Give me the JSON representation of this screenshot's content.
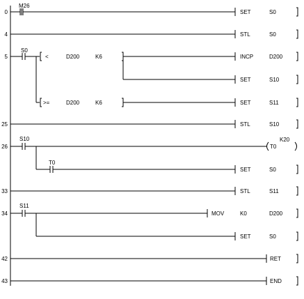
{
  "steps": [
    "0",
    "4",
    "5",
    "25",
    "26",
    "33",
    "34",
    "42",
    "43"
  ],
  "contacts": {
    "m26": "M26",
    "s0": "S0",
    "s10": "S10",
    "t0": "T0",
    "s11": "S11"
  },
  "compare1": {
    "op": "<",
    "a": "D200",
    "b": "K6"
  },
  "compare2": {
    "op": ">=",
    "a": "D200",
    "b": "K6"
  },
  "instr": {
    "set": "SET",
    "stl": "STL",
    "incp": "INCP",
    "out": "T0",
    "k20": "K20",
    "mov": "MOV",
    "k0": "K0",
    "ret": "RET",
    "end": "END"
  },
  "operands": {
    "s0": "S0",
    "d200": "D200",
    "s10": "S10",
    "s11": "S11"
  }
}
